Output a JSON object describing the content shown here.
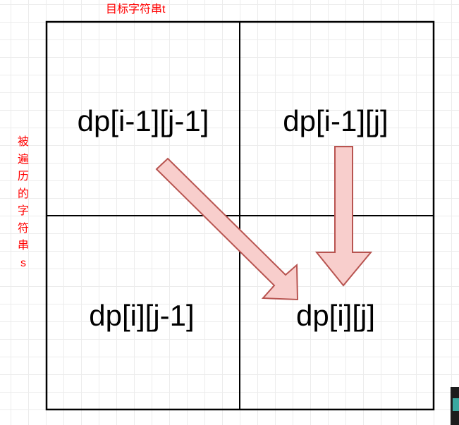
{
  "target_label": "目标字符串t",
  "source_label": "被\n遍\n历\n的\n字\n符\n串\ns",
  "cells": {
    "top_left": "dp[i-1][j-1]",
    "top_right": "dp[i-1][j]",
    "bottom_left": "dp[i][j-1]",
    "bottom_right": "dp[i][j]"
  },
  "colors": {
    "label": "#ff0000",
    "arrow_fill": "#f8cecc",
    "arrow_stroke": "#b85450",
    "grid_line": "#000000"
  }
}
